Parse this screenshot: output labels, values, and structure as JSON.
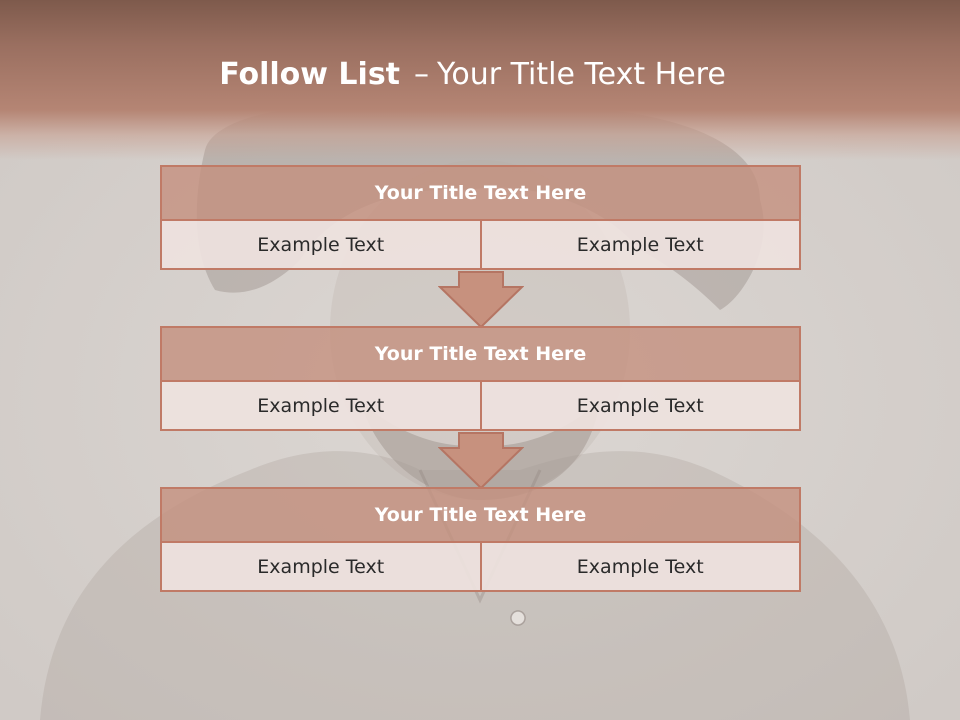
{
  "colors": {
    "header": "#9a6f60",
    "block_title_fill": "#c4907e",
    "block_border": "#c07a66",
    "cell_fill": "#eee2de",
    "arrow_fill": "#c7917e"
  },
  "header": {
    "title_bold": "Follow List",
    "title_sep": "–",
    "title_rest": "Your Title Text Here"
  },
  "blocks": [
    {
      "title": "Your Title Text Here",
      "cells": [
        "Example Text",
        "Example Text"
      ]
    },
    {
      "title": "Your Title Text Here",
      "cells": [
        "Example Text",
        "Example Text"
      ]
    },
    {
      "title": "Your Title Text Here",
      "cells": [
        "Example Text",
        "Example Text"
      ]
    }
  ],
  "arrows": [
    "down-arrow-icon",
    "down-arrow-icon"
  ]
}
